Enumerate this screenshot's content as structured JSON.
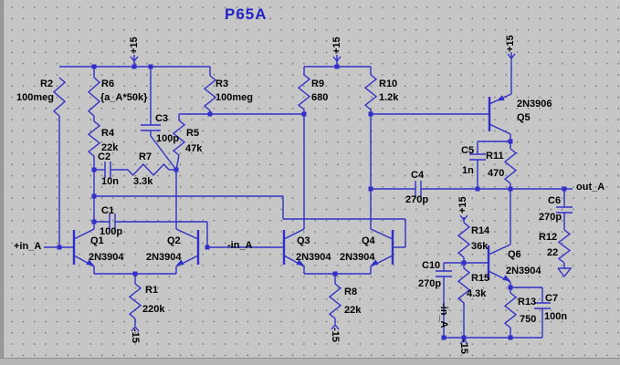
{
  "title": "P65A",
  "nets": {
    "vplus": "+15",
    "vminus": "-15",
    "in_pos": "+in_A",
    "in_neg": "-in_A",
    "out": "out_A"
  },
  "components": {
    "R1": {
      "ref": "R1",
      "value": "220k"
    },
    "R2": {
      "ref": "R2",
      "value": "100meg"
    },
    "R3": {
      "ref": "R3",
      "value": "100meg"
    },
    "R4": {
      "ref": "R4",
      "value": "22k"
    },
    "R5": {
      "ref": "R5",
      "value": "47k"
    },
    "R6": {
      "ref": "R6",
      "value": "{a_A*50k}"
    },
    "R7": {
      "ref": "R7",
      "value": "3.3k"
    },
    "R8": {
      "ref": "R8",
      "value": "22k"
    },
    "R9": {
      "ref": "R9",
      "value": "680"
    },
    "R10": {
      "ref": "R10",
      "value": "1.2k"
    },
    "R11": {
      "ref": "R11",
      "value": "470"
    },
    "R12": {
      "ref": "R12",
      "value": "22"
    },
    "R13": {
      "ref": "R13",
      "value": "750"
    },
    "R14": {
      "ref": "R14",
      "value": "36k"
    },
    "R15": {
      "ref": "R15",
      "value": "4.3k"
    },
    "C1": {
      "ref": "C1",
      "value": "100p"
    },
    "C2": {
      "ref": "C2",
      "value": "10n"
    },
    "C3": {
      "ref": "C3",
      "value": "100p"
    },
    "C4": {
      "ref": "C4",
      "value": "270p"
    },
    "C5": {
      "ref": "C5",
      "value": "1n"
    },
    "C6": {
      "ref": "C6",
      "value": "270p"
    },
    "C7": {
      "ref": "C7",
      "value": "100n"
    },
    "C10": {
      "ref": "C10",
      "value": "270p"
    },
    "Q1": {
      "ref": "Q1",
      "value": "2N3904"
    },
    "Q2": {
      "ref": "Q2",
      "value": "2N3904"
    },
    "Q3": {
      "ref": "Q3",
      "value": "2N3904"
    },
    "Q4": {
      "ref": "Q4",
      "value": "2N3904"
    },
    "Q5": {
      "ref": "Q5",
      "value": "2N3906"
    },
    "Q6": {
      "ref": "Q6",
      "value": "2N3904"
    }
  }
}
